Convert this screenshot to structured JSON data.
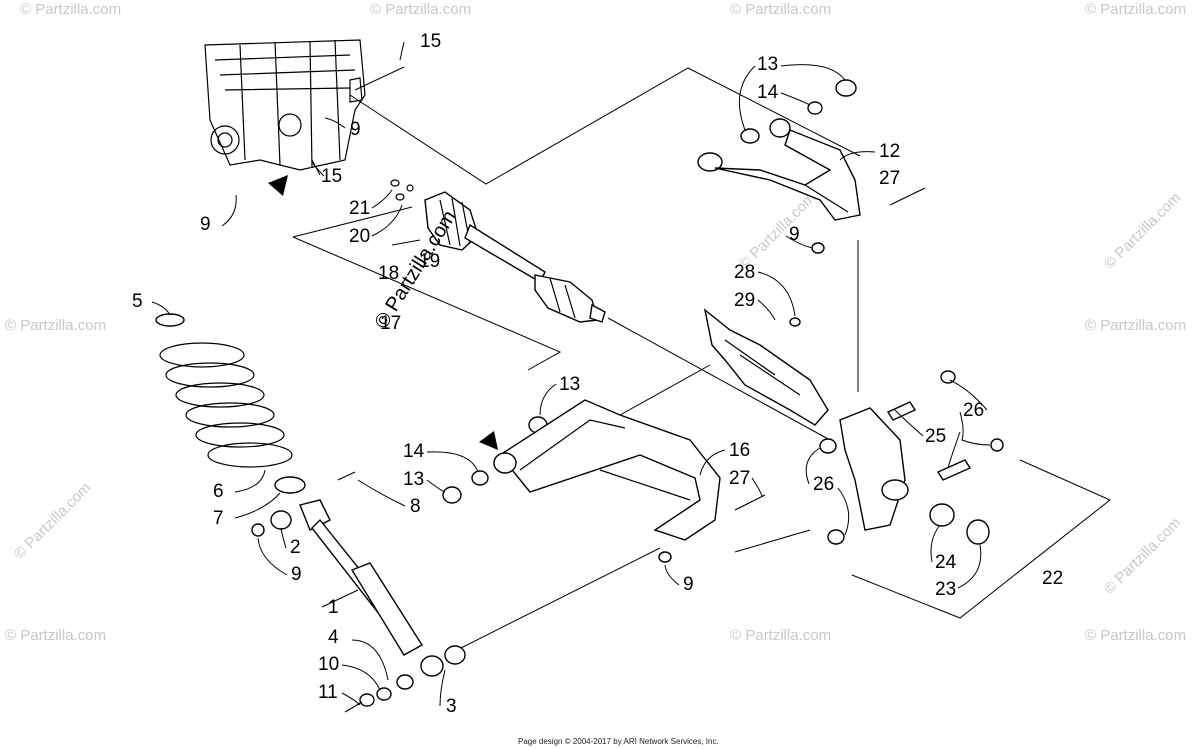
{
  "callouts": {
    "c15a": "15",
    "c15b": "15",
    "c9a": "9",
    "c9b": "9",
    "c21": "21",
    "c20": "20",
    "c19": "19",
    "c18": "18",
    "c17": "17",
    "c13a": "13",
    "c14a": "14",
    "c12": "12",
    "c27a": "27",
    "c9c": "9",
    "c28": "28",
    "c29": "29",
    "c5": "5",
    "c6": "6",
    "c7": "7",
    "c8": "8",
    "c2": "2",
    "c9d": "9",
    "c1": "1",
    "c4": "4",
    "c10": "10",
    "c11": "11",
    "c3": "3",
    "c13b": "13",
    "c14b": "14",
    "c13c": "13",
    "c16": "16",
    "c27b": "27",
    "c9e": "9",
    "c26a": "26",
    "c25": "25",
    "c26b": "26",
    "c24": "24",
    "c23": "23",
    "c22": "22"
  },
  "watermark": {
    "text": "© Partzilla.com",
    "center_text": "© Partzilla.com"
  },
  "footer": "Page design © 2004-2017 by ARI Network Services, Inc."
}
